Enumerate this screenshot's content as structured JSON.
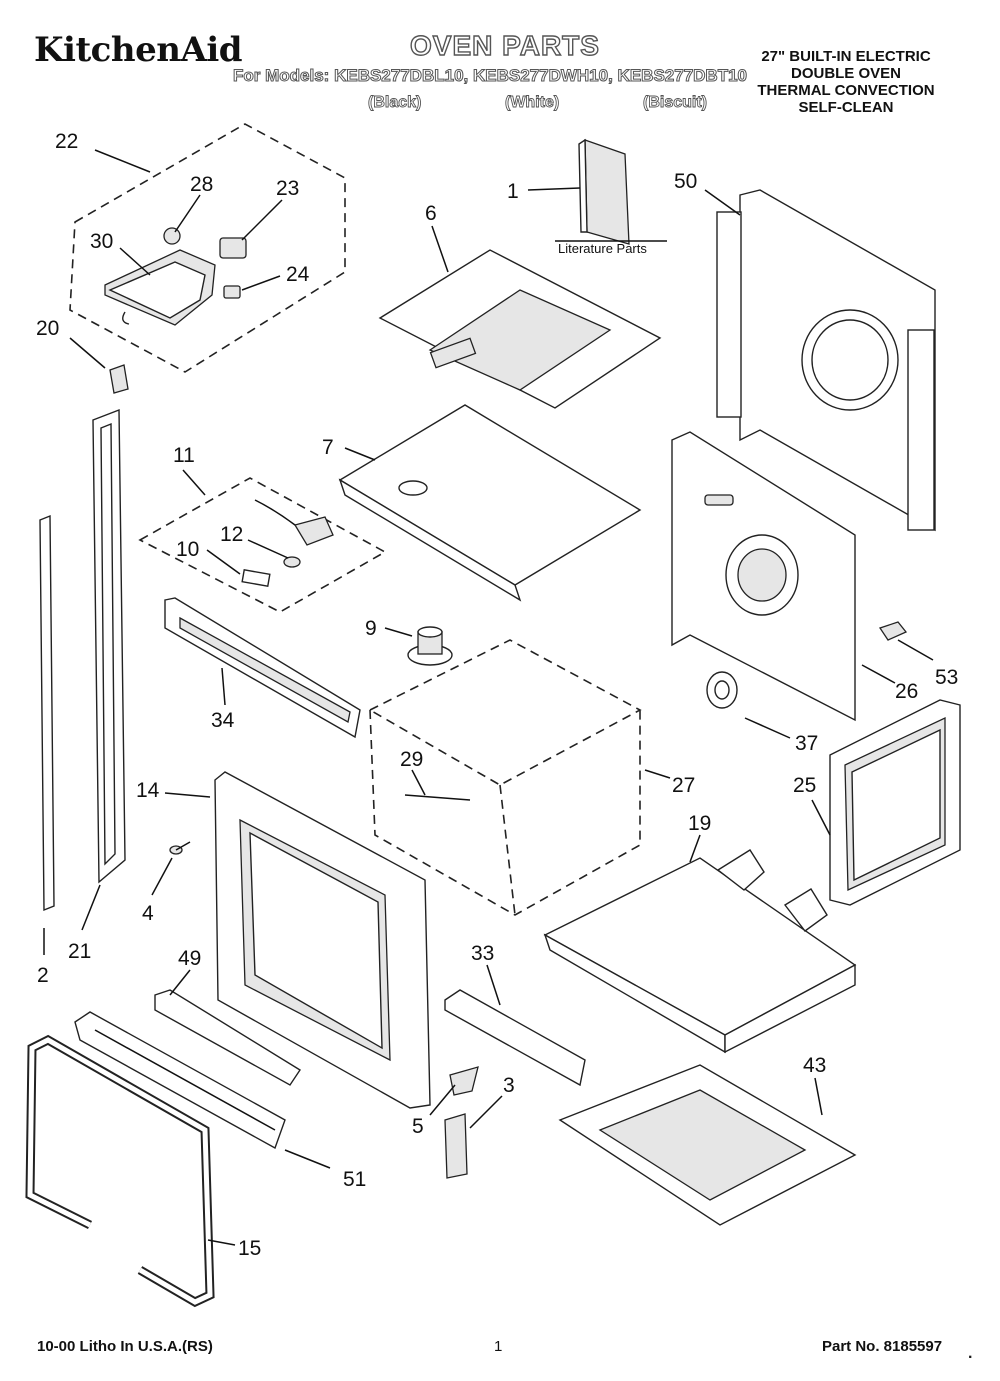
{
  "header": {
    "brand": "KitchenAid",
    "title": "OVEN PARTS",
    "models_prefix": "For Models:",
    "models": [
      {
        "model": "KEBS277DBL10,",
        "color": "(Black)"
      },
      {
        "model": "KEBS277DWH10,",
        "color": "(White)"
      },
      {
        "model": "KEBS277DBT10",
        "color": "(Biscuit)"
      }
    ],
    "spec_lines": [
      "27\" BUILT-IN ELECTRIC",
      "DOUBLE OVEN",
      "THERMAL CONVECTION",
      "SELF-CLEAN"
    ]
  },
  "diagram": {
    "literature_label": "Literature Parts",
    "callouts": [
      {
        "id": "c22",
        "label": "22"
      },
      {
        "id": "c28",
        "label": "28"
      },
      {
        "id": "c23",
        "label": "23"
      },
      {
        "id": "c30",
        "label": "30"
      },
      {
        "id": "c24",
        "label": "24"
      },
      {
        "id": "c20",
        "label": "20"
      },
      {
        "id": "c1",
        "label": "1"
      },
      {
        "id": "c6",
        "label": "6"
      },
      {
        "id": "c50",
        "label": "50"
      },
      {
        "id": "c7",
        "label": "7"
      },
      {
        "id": "c11",
        "label": "11"
      },
      {
        "id": "c12",
        "label": "12"
      },
      {
        "id": "c10",
        "label": "10"
      },
      {
        "id": "c9",
        "label": "9"
      },
      {
        "id": "c34",
        "label": "34"
      },
      {
        "id": "c53",
        "label": "53"
      },
      {
        "id": "c26",
        "label": "26"
      },
      {
        "id": "c37",
        "label": "37"
      },
      {
        "id": "c29",
        "label": "29"
      },
      {
        "id": "c27",
        "label": "27"
      },
      {
        "id": "c14",
        "label": "14"
      },
      {
        "id": "c25",
        "label": "25"
      },
      {
        "id": "c19",
        "label": "19"
      },
      {
        "id": "c4",
        "label": "4"
      },
      {
        "id": "c21",
        "label": "21"
      },
      {
        "id": "c2",
        "label": "2"
      },
      {
        "id": "c49",
        "label": "49"
      },
      {
        "id": "c33",
        "label": "33"
      },
      {
        "id": "c43",
        "label": "43"
      },
      {
        "id": "c3",
        "label": "3"
      },
      {
        "id": "c5",
        "label": "5"
      },
      {
        "id": "c51",
        "label": "51"
      },
      {
        "id": "c15",
        "label": "15"
      }
    ]
  },
  "footer": {
    "litho": "10-00 Litho In U.S.A.(RS)",
    "page": "1",
    "part_no": "Part No. 8185597",
    "dot": "."
  }
}
